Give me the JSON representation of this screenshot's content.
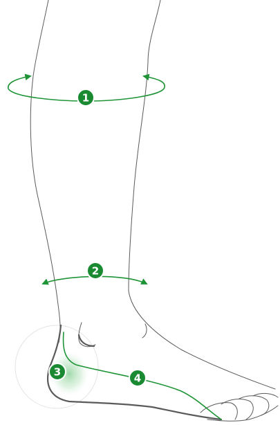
{
  "colors": {
    "accent": "#1f9437",
    "badge": "#1a8a32",
    "outline": "#5a5a5a",
    "heel_highlight": "#8fd39b"
  },
  "markers": [
    {
      "label": "1",
      "meaning": "leg-circumference"
    },
    {
      "label": "2",
      "meaning": "ankle-circumference"
    },
    {
      "label": "3",
      "meaning": "heel"
    },
    {
      "label": "4",
      "meaning": "foot-length"
    }
  ]
}
